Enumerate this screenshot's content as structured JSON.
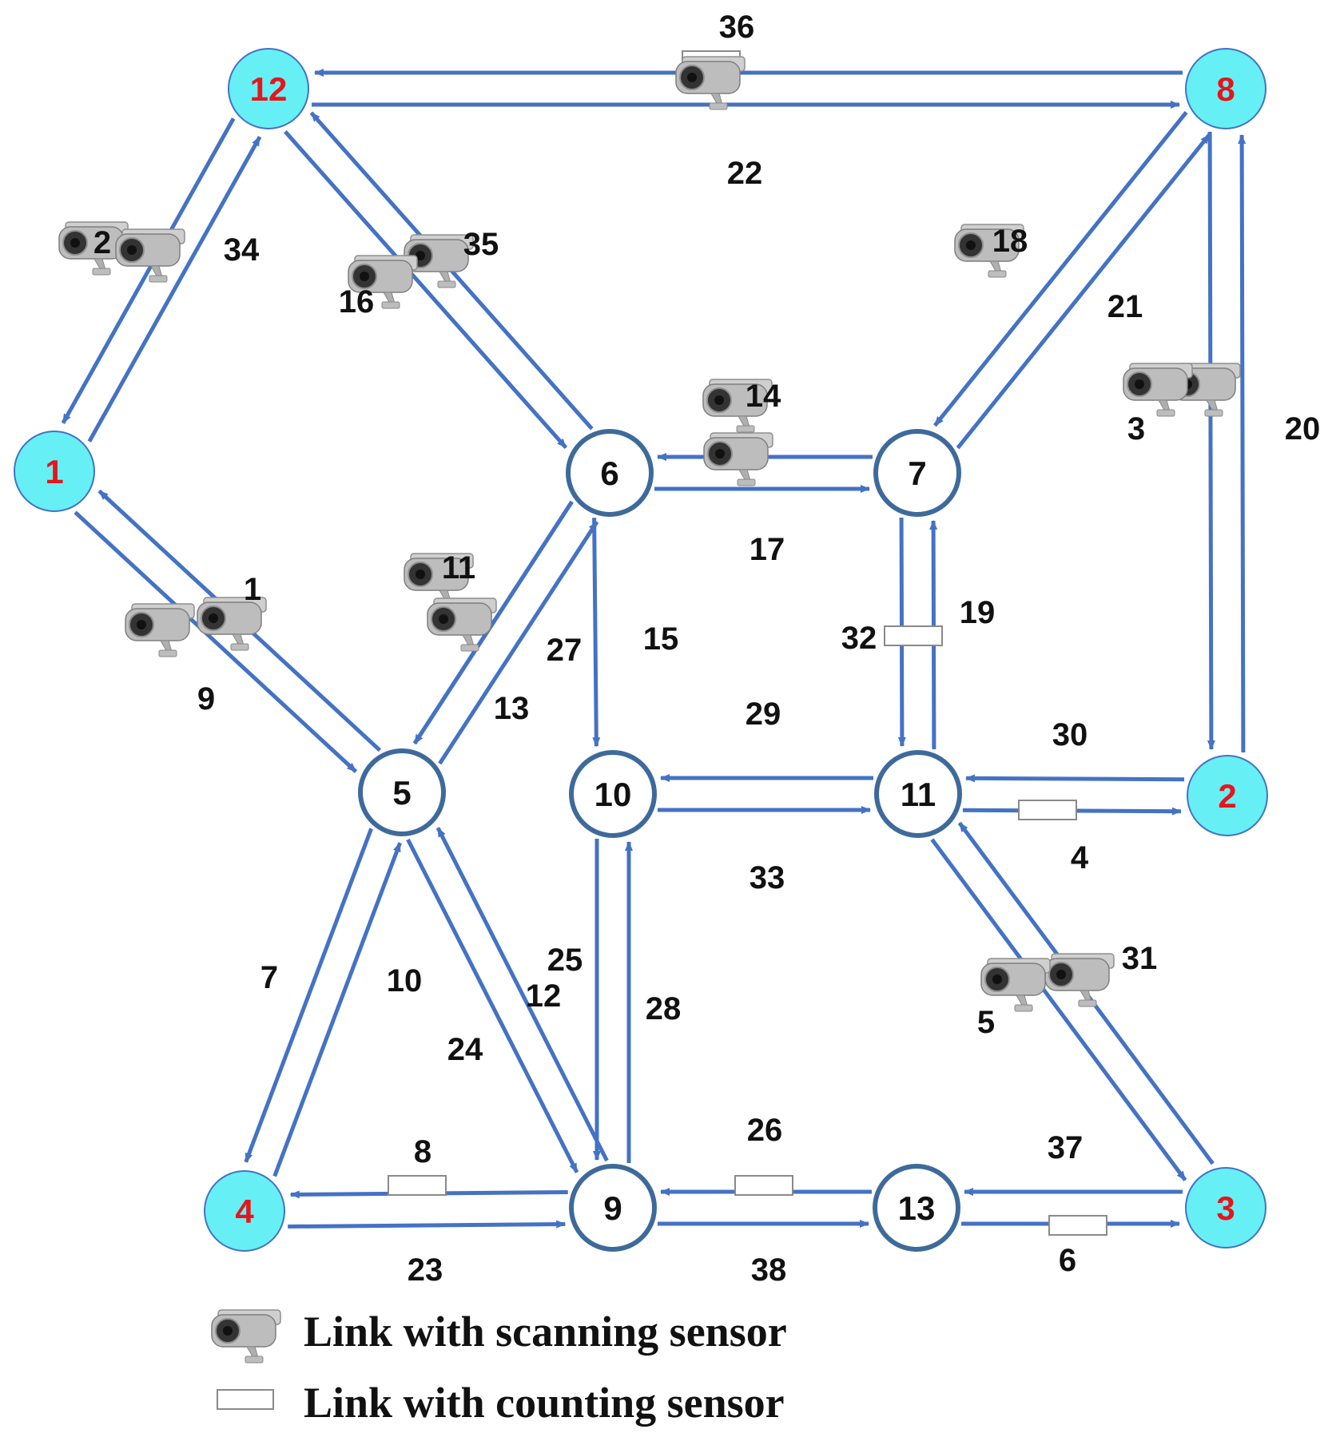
{
  "colors": {
    "link": "#4472C4",
    "centroid_fill": "#66F0F5",
    "centroid_stroke": "#4472C4",
    "centroid_text": "#E8141B",
    "node_fill": "#FFFFFF",
    "node_stroke": "#3E6A9B",
    "node_text": "#111111",
    "camera_body": "#BDBDBD",
    "camera_dark": "#333333",
    "counter_stroke": "#8A8A8A"
  },
  "nodes": [
    {
      "id": "1",
      "label": "1",
      "type": "centroid"
    },
    {
      "id": "2",
      "label": "2",
      "type": "centroid"
    },
    {
      "id": "3",
      "label": "3",
      "type": "centroid"
    },
    {
      "id": "4",
      "label": "4",
      "type": "centroid"
    },
    {
      "id": "5",
      "label": "5",
      "type": "intersection"
    },
    {
      "id": "6",
      "label": "6",
      "type": "intersection"
    },
    {
      "id": "7",
      "label": "7",
      "type": "intersection"
    },
    {
      "id": "8",
      "label": "8",
      "type": "centroid"
    },
    {
      "id": "9",
      "label": "9",
      "type": "intersection"
    },
    {
      "id": "10",
      "label": "10",
      "type": "intersection"
    },
    {
      "id": "11",
      "label": "11",
      "type": "intersection"
    },
    {
      "id": "12",
      "label": "12",
      "type": "centroid"
    },
    {
      "id": "13",
      "label": "13",
      "type": "intersection"
    }
  ],
  "links": [
    {
      "label": "1",
      "from": "1",
      "to": "5",
      "sensor": "scanning"
    },
    {
      "label": "9",
      "from": "5",
      "to": "1",
      "sensor": "scanning"
    },
    {
      "label": "2",
      "from": "1",
      "to": "12",
      "sensor": "scanning"
    },
    {
      "label": "34",
      "from": "12",
      "to": "1",
      "sensor": "scanning"
    },
    {
      "label": "35",
      "from": "12",
      "to": "6",
      "sensor": "scanning"
    },
    {
      "label": "16",
      "from": "6",
      "to": "12",
      "sensor": "scanning"
    },
    {
      "label": "36",
      "from": "12",
      "to": "8",
      "sensor": "counting"
    },
    {
      "label": "22",
      "from": "8",
      "to": "12",
      "sensor": "scanning"
    },
    {
      "label": "18",
      "from": "7",
      "to": "8",
      "sensor": "scanning"
    },
    {
      "label": "21",
      "from": "8",
      "to": "7",
      "sensor": "none"
    },
    {
      "label": "20",
      "from": "8",
      "to": "2",
      "sensor": "scanning"
    },
    {
      "label": "3",
      "from": "2",
      "to": "8",
      "sensor": "scanning"
    },
    {
      "label": "14",
      "from": "6",
      "to": "7",
      "sensor": "scanning"
    },
    {
      "label": "17",
      "from": "7",
      "to": "6",
      "sensor": "scanning"
    },
    {
      "label": "11",
      "from": "5",
      "to": "6",
      "sensor": "scanning"
    },
    {
      "label": "13",
      "from": "6",
      "to": "5",
      "sensor": "scanning"
    },
    {
      "label": "27",
      "from": "6",
      "to": "5",
      "sensor": "none"
    },
    {
      "label": "15",
      "from": "6",
      "to": "10",
      "sensor": "none"
    },
    {
      "label": "19",
      "from": "7",
      "to": "11",
      "sensor": "counting"
    },
    {
      "label": "32",
      "from": "11",
      "to": "7",
      "sensor": "none"
    },
    {
      "label": "29",
      "from": "10",
      "to": "11",
      "sensor": "none"
    },
    {
      "label": "33",
      "from": "11",
      "to": "10",
      "sensor": "none"
    },
    {
      "label": "30",
      "from": "11",
      "to": "2",
      "sensor": "none"
    },
    {
      "label": "4",
      "from": "2",
      "to": "11",
      "sensor": "counting"
    },
    {
      "label": "7",
      "from": "4",
      "to": "5",
      "sensor": "none"
    },
    {
      "label": "10",
      "from": "5",
      "to": "4",
      "sensor": "none"
    },
    {
      "label": "12",
      "from": "5",
      "to": "9",
      "sensor": "none"
    },
    {
      "label": "24",
      "from": "9",
      "to": "5",
      "sensor": "none"
    },
    {
      "label": "25",
      "from": "9",
      "to": "10",
      "sensor": "none"
    },
    {
      "label": "28",
      "from": "10",
      "to": "9",
      "sensor": "none"
    },
    {
      "label": "8",
      "from": "4",
      "to": "9",
      "sensor": "counting"
    },
    {
      "label": "23",
      "from": "9",
      "to": "4",
      "sensor": "none"
    },
    {
      "label": "26",
      "from": "9",
      "to": "13",
      "sensor": "counting"
    },
    {
      "label": "38",
      "from": "13",
      "to": "9",
      "sensor": "none"
    },
    {
      "label": "37",
      "from": "13",
      "to": "3",
      "sensor": "none"
    },
    {
      "label": "6",
      "from": "3",
      "to": "13",
      "sensor": "counting"
    },
    {
      "label": "31",
      "from": "11",
      "to": "3",
      "sensor": "scanning"
    },
    {
      "label": "5",
      "from": "3",
      "to": "11",
      "sensor": "scanning"
    }
  ],
  "legend": {
    "scanning": "Link with scanning sensor",
    "counting": "Link with counting sensor"
  }
}
